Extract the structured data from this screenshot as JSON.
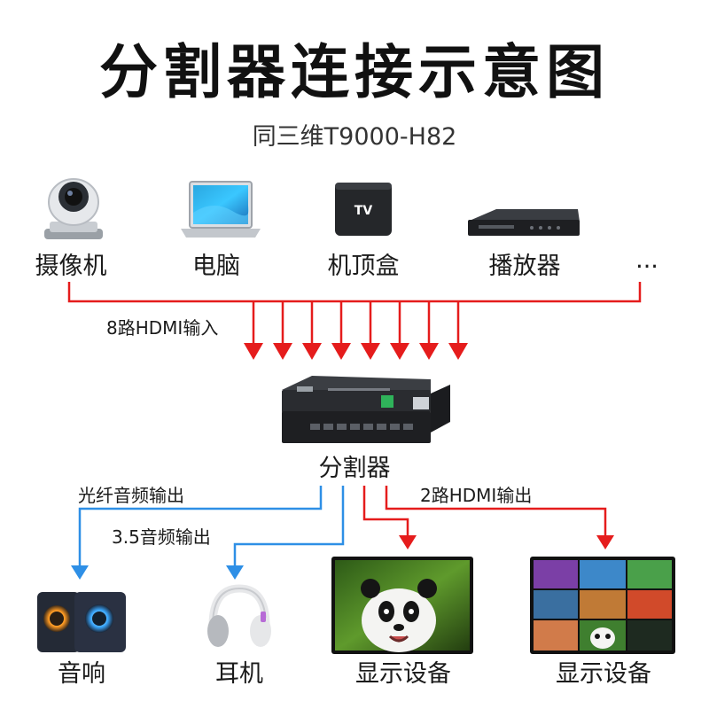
{
  "title": "分割器连接示意图",
  "subtitle": "同三维T9000-H82",
  "sources": {
    "camera": "摄像机",
    "laptop": "电脑",
    "settop_box": "机顶盒",
    "player": "播放器",
    "more": "..."
  },
  "tv_logo_text": "TV",
  "input_label": "8路HDMI输入",
  "input_count": 8,
  "splitter_label": "分割器",
  "outputs": {
    "optical_audio": "光纤音频输出",
    "audio_35": "3.5音频输出",
    "hdmi_out": "2路HDMI输出"
  },
  "devices": {
    "speaker": "音响",
    "headphone": "耳机",
    "display1": "显示设备",
    "display2": "显示设备"
  },
  "colors": {
    "red_line": "#e51c1c",
    "blue_line": "#2e8fe6",
    "device_dark": "#1e1f22"
  }
}
